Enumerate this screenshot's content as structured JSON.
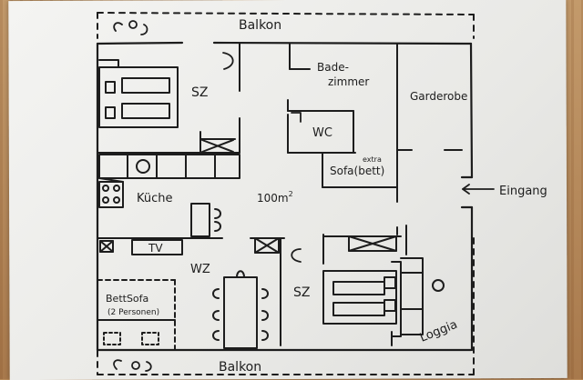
{
  "labels": {
    "balcony_top": "Balkon",
    "bathroom_1": "Bade-",
    "bathroom_2": "zimmer",
    "wardrobe": "Garderobe",
    "bedroom_top": "SZ",
    "wc": "WC",
    "sofa_extra": "extra",
    "sofa_bed": "Sofa(bett)",
    "kitchen": "Küche",
    "area": "100m",
    "area_sup": "2",
    "entrance": "Eingang",
    "tv": "TV",
    "living_room": "WZ",
    "bedroom_bottom": "SZ",
    "bed_sofa_1": "BettSofa",
    "bed_sofa_2": "(2 Personen)",
    "loggia": "Loggia",
    "balcony_bottom": "Balkon"
  },
  "colors": {
    "ink": "#1d1d1d",
    "paper": "#efefec",
    "wood": "#b88a5a"
  }
}
